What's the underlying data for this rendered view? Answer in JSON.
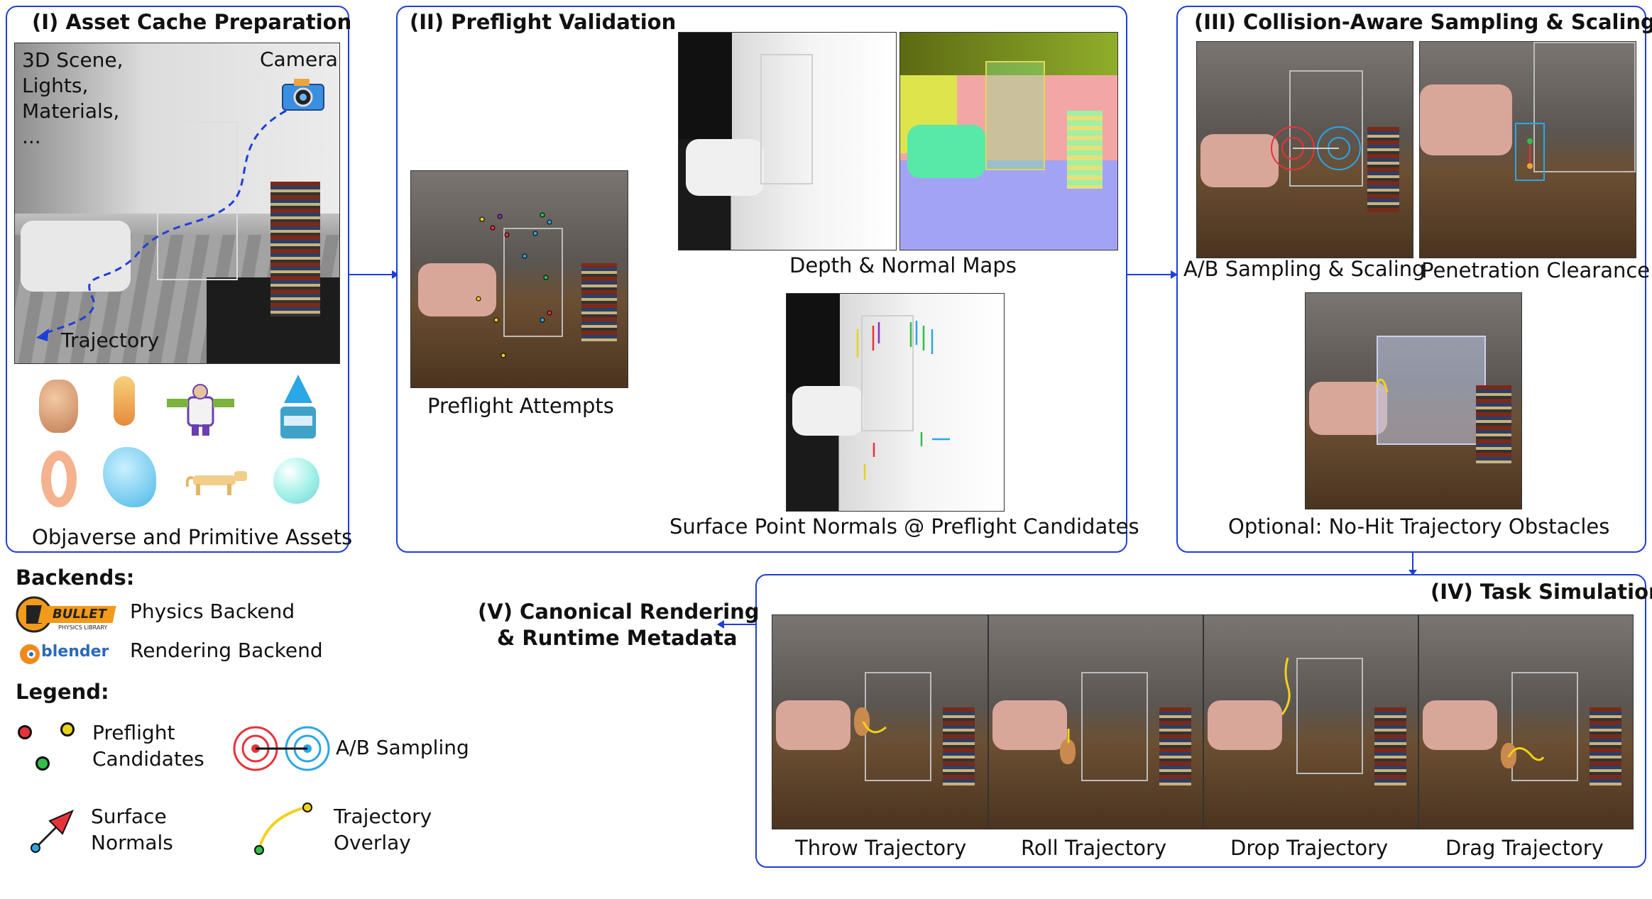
{
  "panels": {
    "p1": {
      "title": "(I) Asset Cache Preparation",
      "scene_label": "3D Scene,\nLights,\nMaterials,\n...",
      "camera_label": "Camera",
      "trajectory_label": "Trajectory",
      "caption": "Objaverse and Primitive Assets"
    },
    "p2": {
      "title": "(II) Preflight Validation",
      "attempts_caption": "Preflight Attempts",
      "depth_caption": "Depth & Normal Maps",
      "normals_caption": "Surface Point Normals  @ Preflight Candidates"
    },
    "p3": {
      "title": "(III) Collision-Aware Sampling & Scaling",
      "ab_caption": "A/B Sampling & Scaling",
      "pen_caption": "Penetration Clearance",
      "optional_caption": "Optional: No-Hit Trajectory Obstacles"
    },
    "p4": {
      "title": "(IV) Task Simulation",
      "frames": [
        "Throw Trajectory",
        "Roll Trajectory",
        "Drop Trajectory",
        "Drag Trajectory"
      ]
    },
    "p5": {
      "title_line1": "(V) Canonical Rendering",
      "title_line2": "& Runtime Metadata"
    }
  },
  "backends": {
    "heading": "Backends:",
    "physics": "Physics Backend",
    "rendering": "Rendering Backend",
    "bullet_logo_text": "BULLET",
    "bullet_logo_sub": "PHYSICS LIBRARY",
    "blender_logo_text": "blender"
  },
  "legend": {
    "heading": "Legend:",
    "preflight": "Preflight\nCandidates",
    "ab": "A/B Sampling",
    "normals": "Surface\nNormals",
    "trajectory": "Trajectory\nOverlay"
  },
  "colors": {
    "panel_border": "#1f3fd6",
    "arrow": "#1f3fd6",
    "sampling_a": "#e8323a",
    "sampling_b": "#2aa7e6",
    "trajectory": "#f2d21a"
  }
}
